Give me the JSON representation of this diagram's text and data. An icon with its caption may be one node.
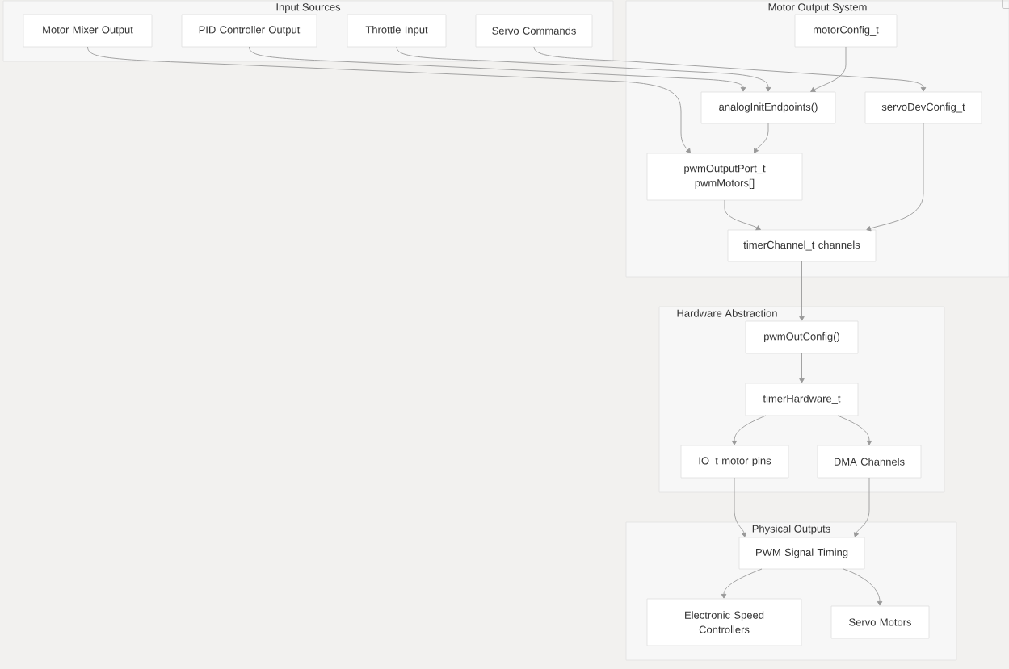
{
  "diagram": {
    "nodes": [
      {
        "text": [
          "Input Sources"
        ]
      },
      {
        "text": [
          "Motor Mixer Output"
        ],
        "in": 0
      },
      {
        "text": [
          "PID Controller Output"
        ],
        "in": 0
      },
      {
        "text": [
          "Throttle Input"
        ],
        "in": 0
      },
      {
        "text": [
          "Servo Commands"
        ],
        "in": 0
      },
      {
        "text": [
          "Motor Output System"
        ]
      },
      {
        "text": [
          "motorConfig_t"
        ],
        "in": 5
      },
      {
        "text": [
          "analogInitEndpoints()"
        ],
        "in": 5
      },
      {
        "text": [
          "servoDevConfig_t"
        ],
        "in": 5
      },
      {
        "text": [
          "pwmOutputPort_t pwmMotors[]"
        ],
        "in": 5
      },
      {
        "text": [
          "timerChannel_t channels"
        ],
        "in": 5
      },
      {
        "text": [
          "Hardware Abstraction"
        ]
      },
      {
        "text": [
          "pwmOutConfig()"
        ],
        "in": 11
      },
      {
        "text": [
          "timerHardware_t"
        ],
        "in": 11
      },
      {
        "text": [
          "IO_t motor pins"
        ],
        "in": 11
      },
      {
        "text": [
          "DMA Channels"
        ],
        "in": 11
      },
      {
        "text": [
          "Physical Outputs"
        ]
      },
      {
        "text": [
          "PWM Signal Timing"
        ],
        "in": 16
      },
      {
        "text": [
          "Electronic Speed Controllers"
        ],
        "in": 16
      },
      {
        "text": [
          "Servo Motors"
        ],
        "in": 16
      }
    ],
    "edges": [
      {
        "from": 1,
        "to": 9,
        "arrow": "to"
      },
      {
        "from": 2,
        "to": 7,
        "arrow": "to"
      },
      {
        "from": 3,
        "to": 7,
        "arrow": "to"
      },
      {
        "from": 4,
        "to": 8,
        "arrow": "to"
      },
      {
        "from": 6,
        "to": 7,
        "arrow": "to"
      },
      {
        "from": 7,
        "to": 9,
        "arrow": "to"
      },
      {
        "from": 9,
        "to": 10,
        "arrow": "to"
      },
      {
        "from": 8,
        "to": 10,
        "arrow": "to"
      },
      {
        "from": 10,
        "to": 12,
        "arrow": "to"
      },
      {
        "from": 12,
        "to": 13,
        "arrow": "to"
      },
      {
        "from": 13,
        "to": 14,
        "arrow": "to"
      },
      {
        "from": 13,
        "to": 15,
        "arrow": "to"
      },
      {
        "from": 14,
        "to": 17,
        "arrow": "to"
      },
      {
        "from": 15,
        "to": 17,
        "arrow": "to"
      },
      {
        "from": 17,
        "to": 18,
        "arrow": "to"
      },
      {
        "from": 17,
        "to": 19,
        "arrow": "to"
      }
    ]
  }
}
